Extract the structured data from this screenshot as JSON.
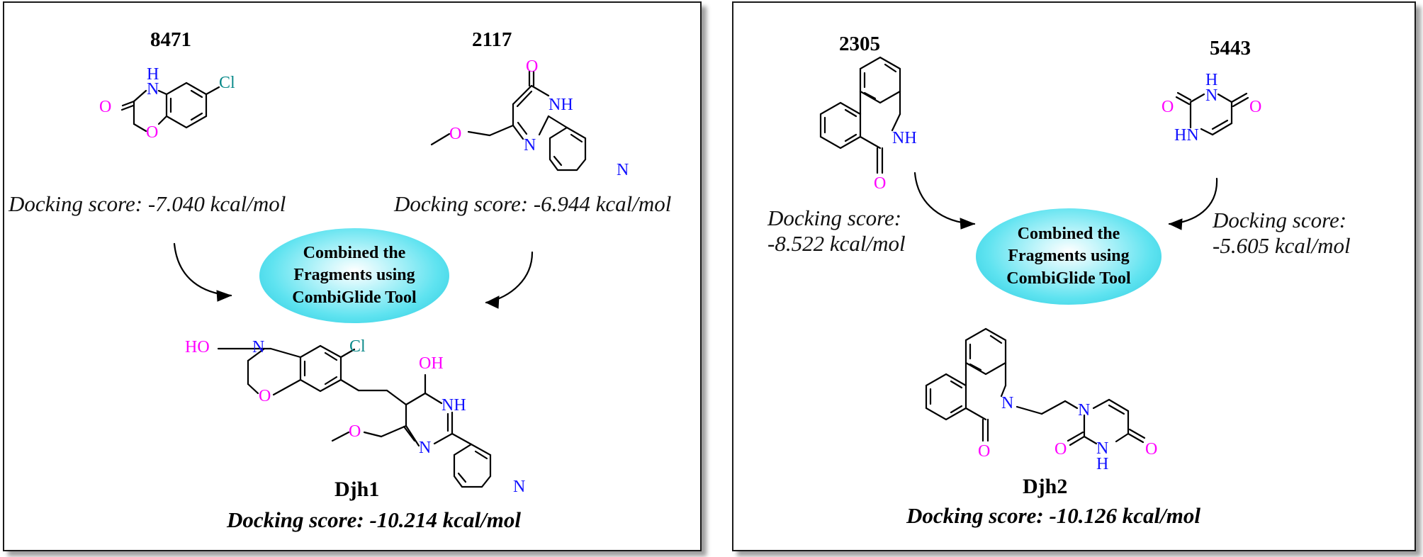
{
  "left_panel": {
    "fragment_a": {
      "id": "8471",
      "score": "Docking score: -7.040 kcal/mol"
    },
    "fragment_b": {
      "id": "2117",
      "score": "Docking score: -6.944 kcal/mol"
    },
    "combine_label": [
      "Combined the",
      "Fragments using",
      "CombiGlide Tool"
    ],
    "product": {
      "name": "Djh1",
      "score": "Docking score: -10.214 kcal/mol"
    }
  },
  "right_panel": {
    "fragment_a": {
      "id": "2305",
      "score_line1": "Docking score:",
      "score_line2": "-8.522 kcal/mol"
    },
    "fragment_b": {
      "id": "5443",
      "score_line1": "Docking score:",
      "score_line2": "-5.605 kcal/mol"
    },
    "combine_label": [
      "Combined the",
      "Fragments using",
      "CombiGlide Tool"
    ],
    "product": {
      "name": "Djh2",
      "score": "Docking score: -10.126 kcal/mol"
    }
  },
  "atoms": {
    "O": "O",
    "H": "H",
    "N": "N",
    "NH": "NH",
    "HN": "HN",
    "Cl": "Cl",
    "HO": "HO",
    "OH": "OH"
  },
  "colors": {
    "oxygen": "#ff00ff",
    "nitrogen": "#1010ff",
    "chlorine": "#0a8a8a",
    "ellipse": "#21c6dc"
  }
}
